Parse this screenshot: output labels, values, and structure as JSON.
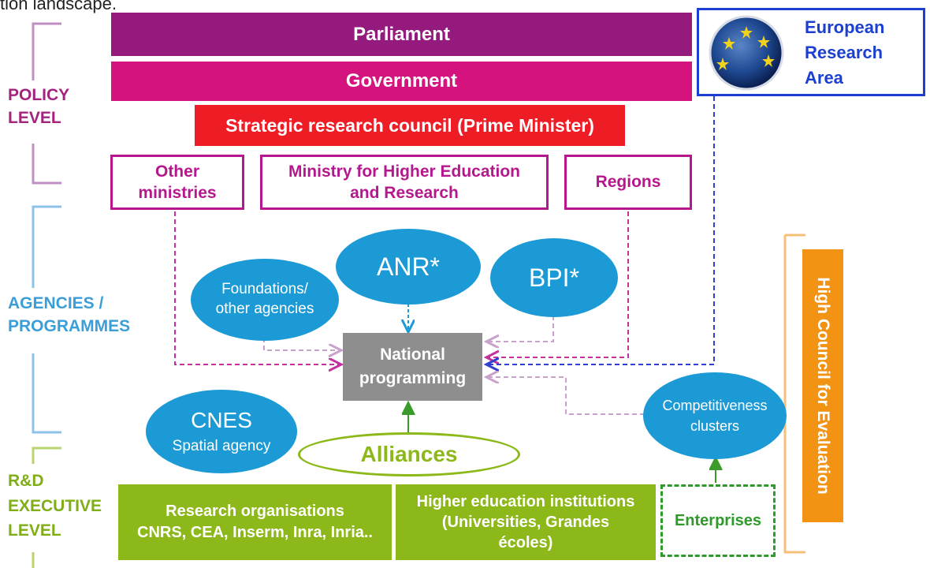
{
  "caption_fragment": "tion landscape.",
  "policy": {
    "parliament": "Parliament",
    "government": "Government",
    "council": "Strategic research council (Prime Minister)",
    "other_ministries": [
      "Other",
      "ministries"
    ],
    "ministry": [
      "Ministry for Higher Education",
      "and Research"
    ],
    "regions": "Regions"
  },
  "era": {
    "lines": [
      "European",
      "Research",
      "Area"
    ]
  },
  "levels": {
    "policy": [
      "POLICY",
      "LEVEL"
    ],
    "agencies": [
      "AGENCIES /",
      "PROGRAMMES"
    ],
    "executive": [
      "R&D",
      "EXECUTIVE",
      "LEVEL"
    ]
  },
  "agencies": {
    "foundations": [
      "Foundations/",
      "other agencies"
    ],
    "anr": "ANR*",
    "bpi": "BPI*",
    "national": [
      "National",
      "programming"
    ],
    "cnes": [
      "CNES",
      "Spatial agency"
    ],
    "clusters": [
      "Competitiveness",
      "clusters"
    ],
    "alliances": "Alliances"
  },
  "executive": {
    "research_orgs": [
      "Research organisations",
      "CNRS, CEA, Inserm, Inra, Inria.."
    ],
    "hei": [
      "Higher education institutions",
      "(Universities, Grandes",
      "écoles)"
    ],
    "enterprises": "Enterprises"
  },
  "hce": "High Council for Evaluation",
  "colors": {
    "parliament": "#941a7e",
    "government": "#d4137f",
    "council": "#ee1c25",
    "magenta": "#b5178d",
    "blue": "#1b9ad6",
    "green": "#8cb81a",
    "orange": "#f39314",
    "lilac": "#c08fc3",
    "light_blue": "#8cc3ea",
    "light_green": "#b9d46f"
  }
}
